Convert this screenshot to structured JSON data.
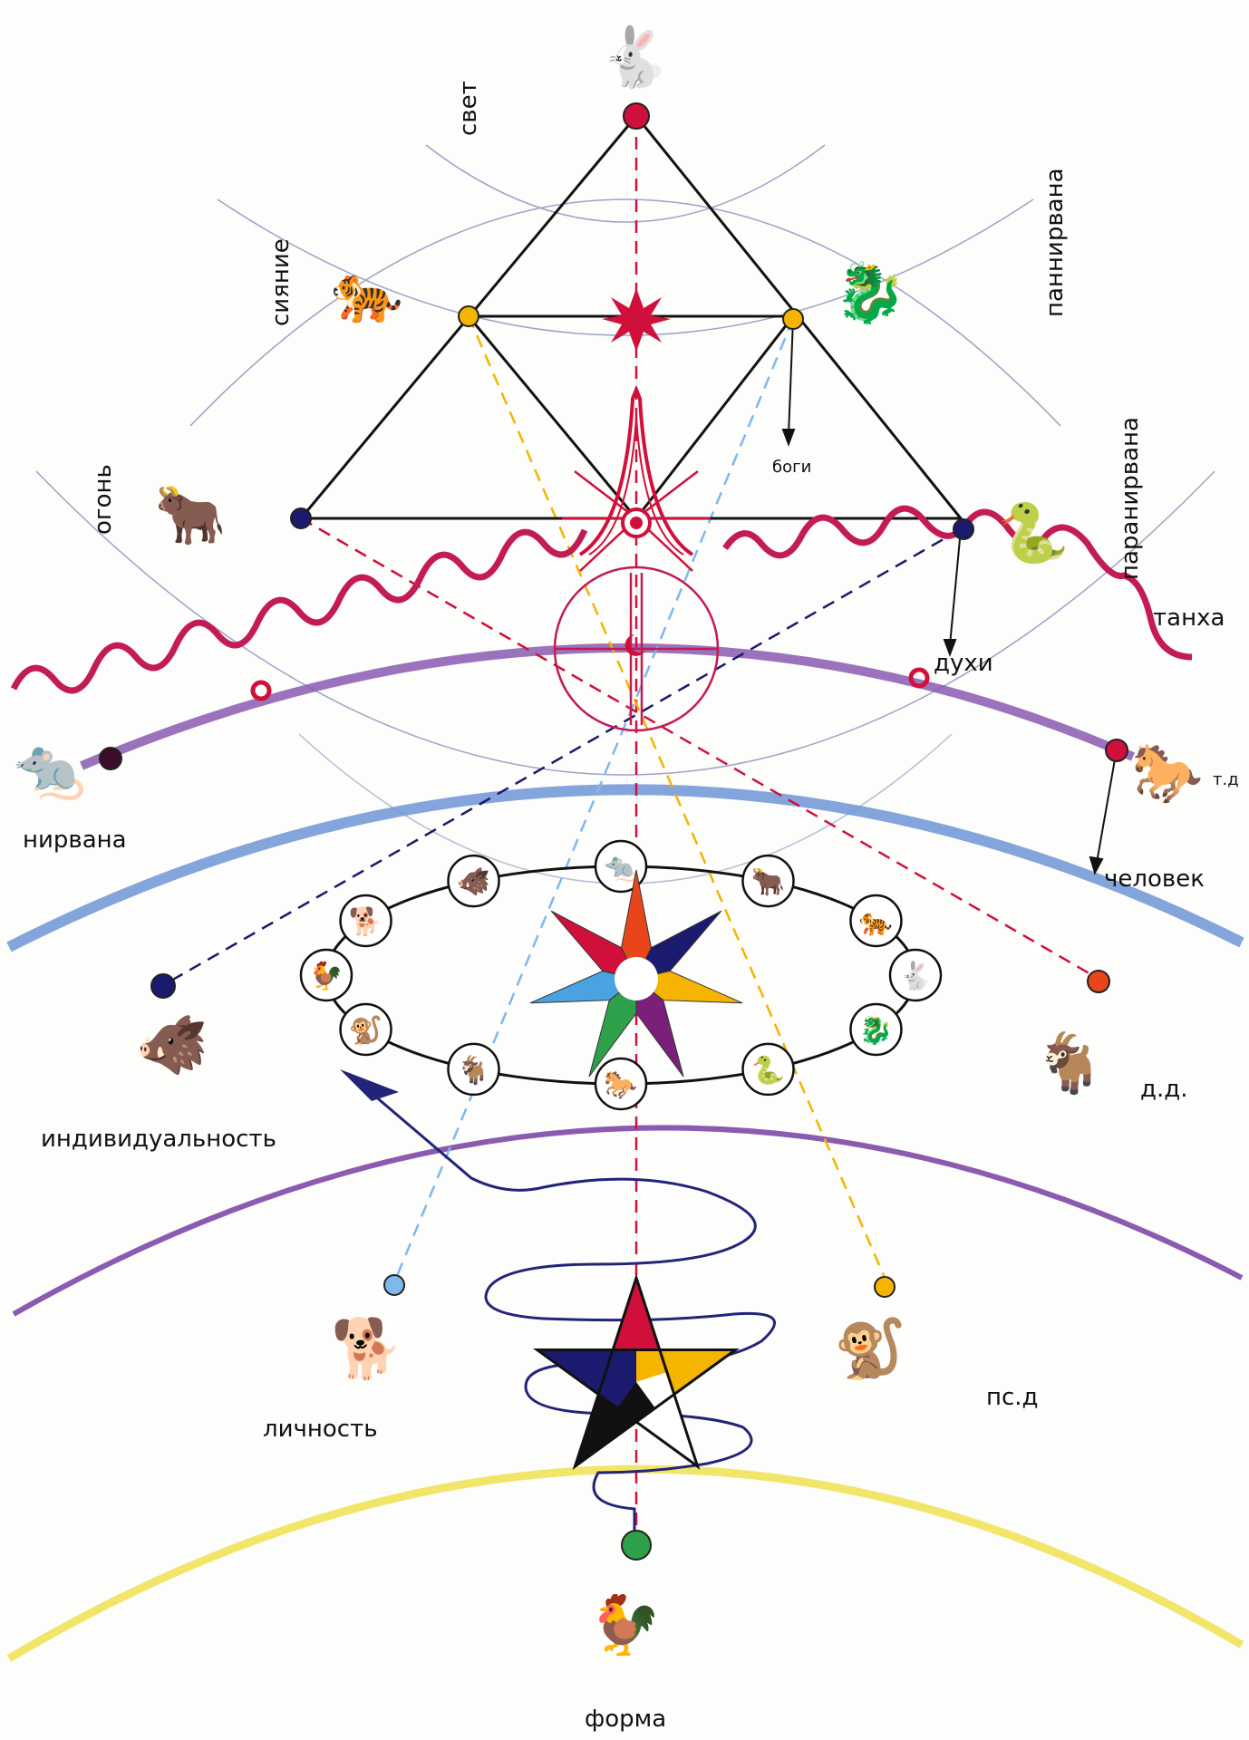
{
  "labels": {
    "svet": "свет",
    "siyanie": "сияние",
    "ogon": "огонь",
    "pannirvana": "паннирвана",
    "paranirvana": "паранирвана",
    "bogi": "боги",
    "dukhi": "духи",
    "tankha": "танха",
    "t_d": "т.д",
    "nirvana": "нирвана",
    "chelovek": "человек",
    "d_d": "д.д.",
    "individualnost": "индивидуальность",
    "ps_d": "пс.д",
    "lichnost": "личность",
    "forma": "форма"
  },
  "animals": [
    {
      "name": "rabbit",
      "glyph": "🐇"
    },
    {
      "name": "tiger",
      "glyph": "🐅"
    },
    {
      "name": "dragon",
      "glyph": "🐉"
    },
    {
      "name": "ox",
      "glyph": "🐂"
    },
    {
      "name": "snake",
      "glyph": "🐍"
    },
    {
      "name": "rat",
      "glyph": "🐀"
    },
    {
      "name": "horse",
      "glyph": "🐎"
    },
    {
      "name": "boar",
      "glyph": "🐗"
    },
    {
      "name": "goat",
      "glyph": "🐐"
    },
    {
      "name": "dog",
      "glyph": "🐕"
    },
    {
      "name": "monkey",
      "glyph": "🐒"
    },
    {
      "name": "rooster",
      "glyph": "🐓"
    }
  ],
  "colors": {
    "crimson": "#d0103a",
    "yellow_dot": "#f4b400",
    "navy": "#1a1a6e",
    "purple_band": "#8a5bb0",
    "blue_band": "#6f95d6",
    "yellow_band": "#f0e35a",
    "green_dot": "#2fa04a",
    "light_blue_dot": "#7fb8ee",
    "orange_dot": "#e8461a",
    "spiral": "#23237a"
  }
}
